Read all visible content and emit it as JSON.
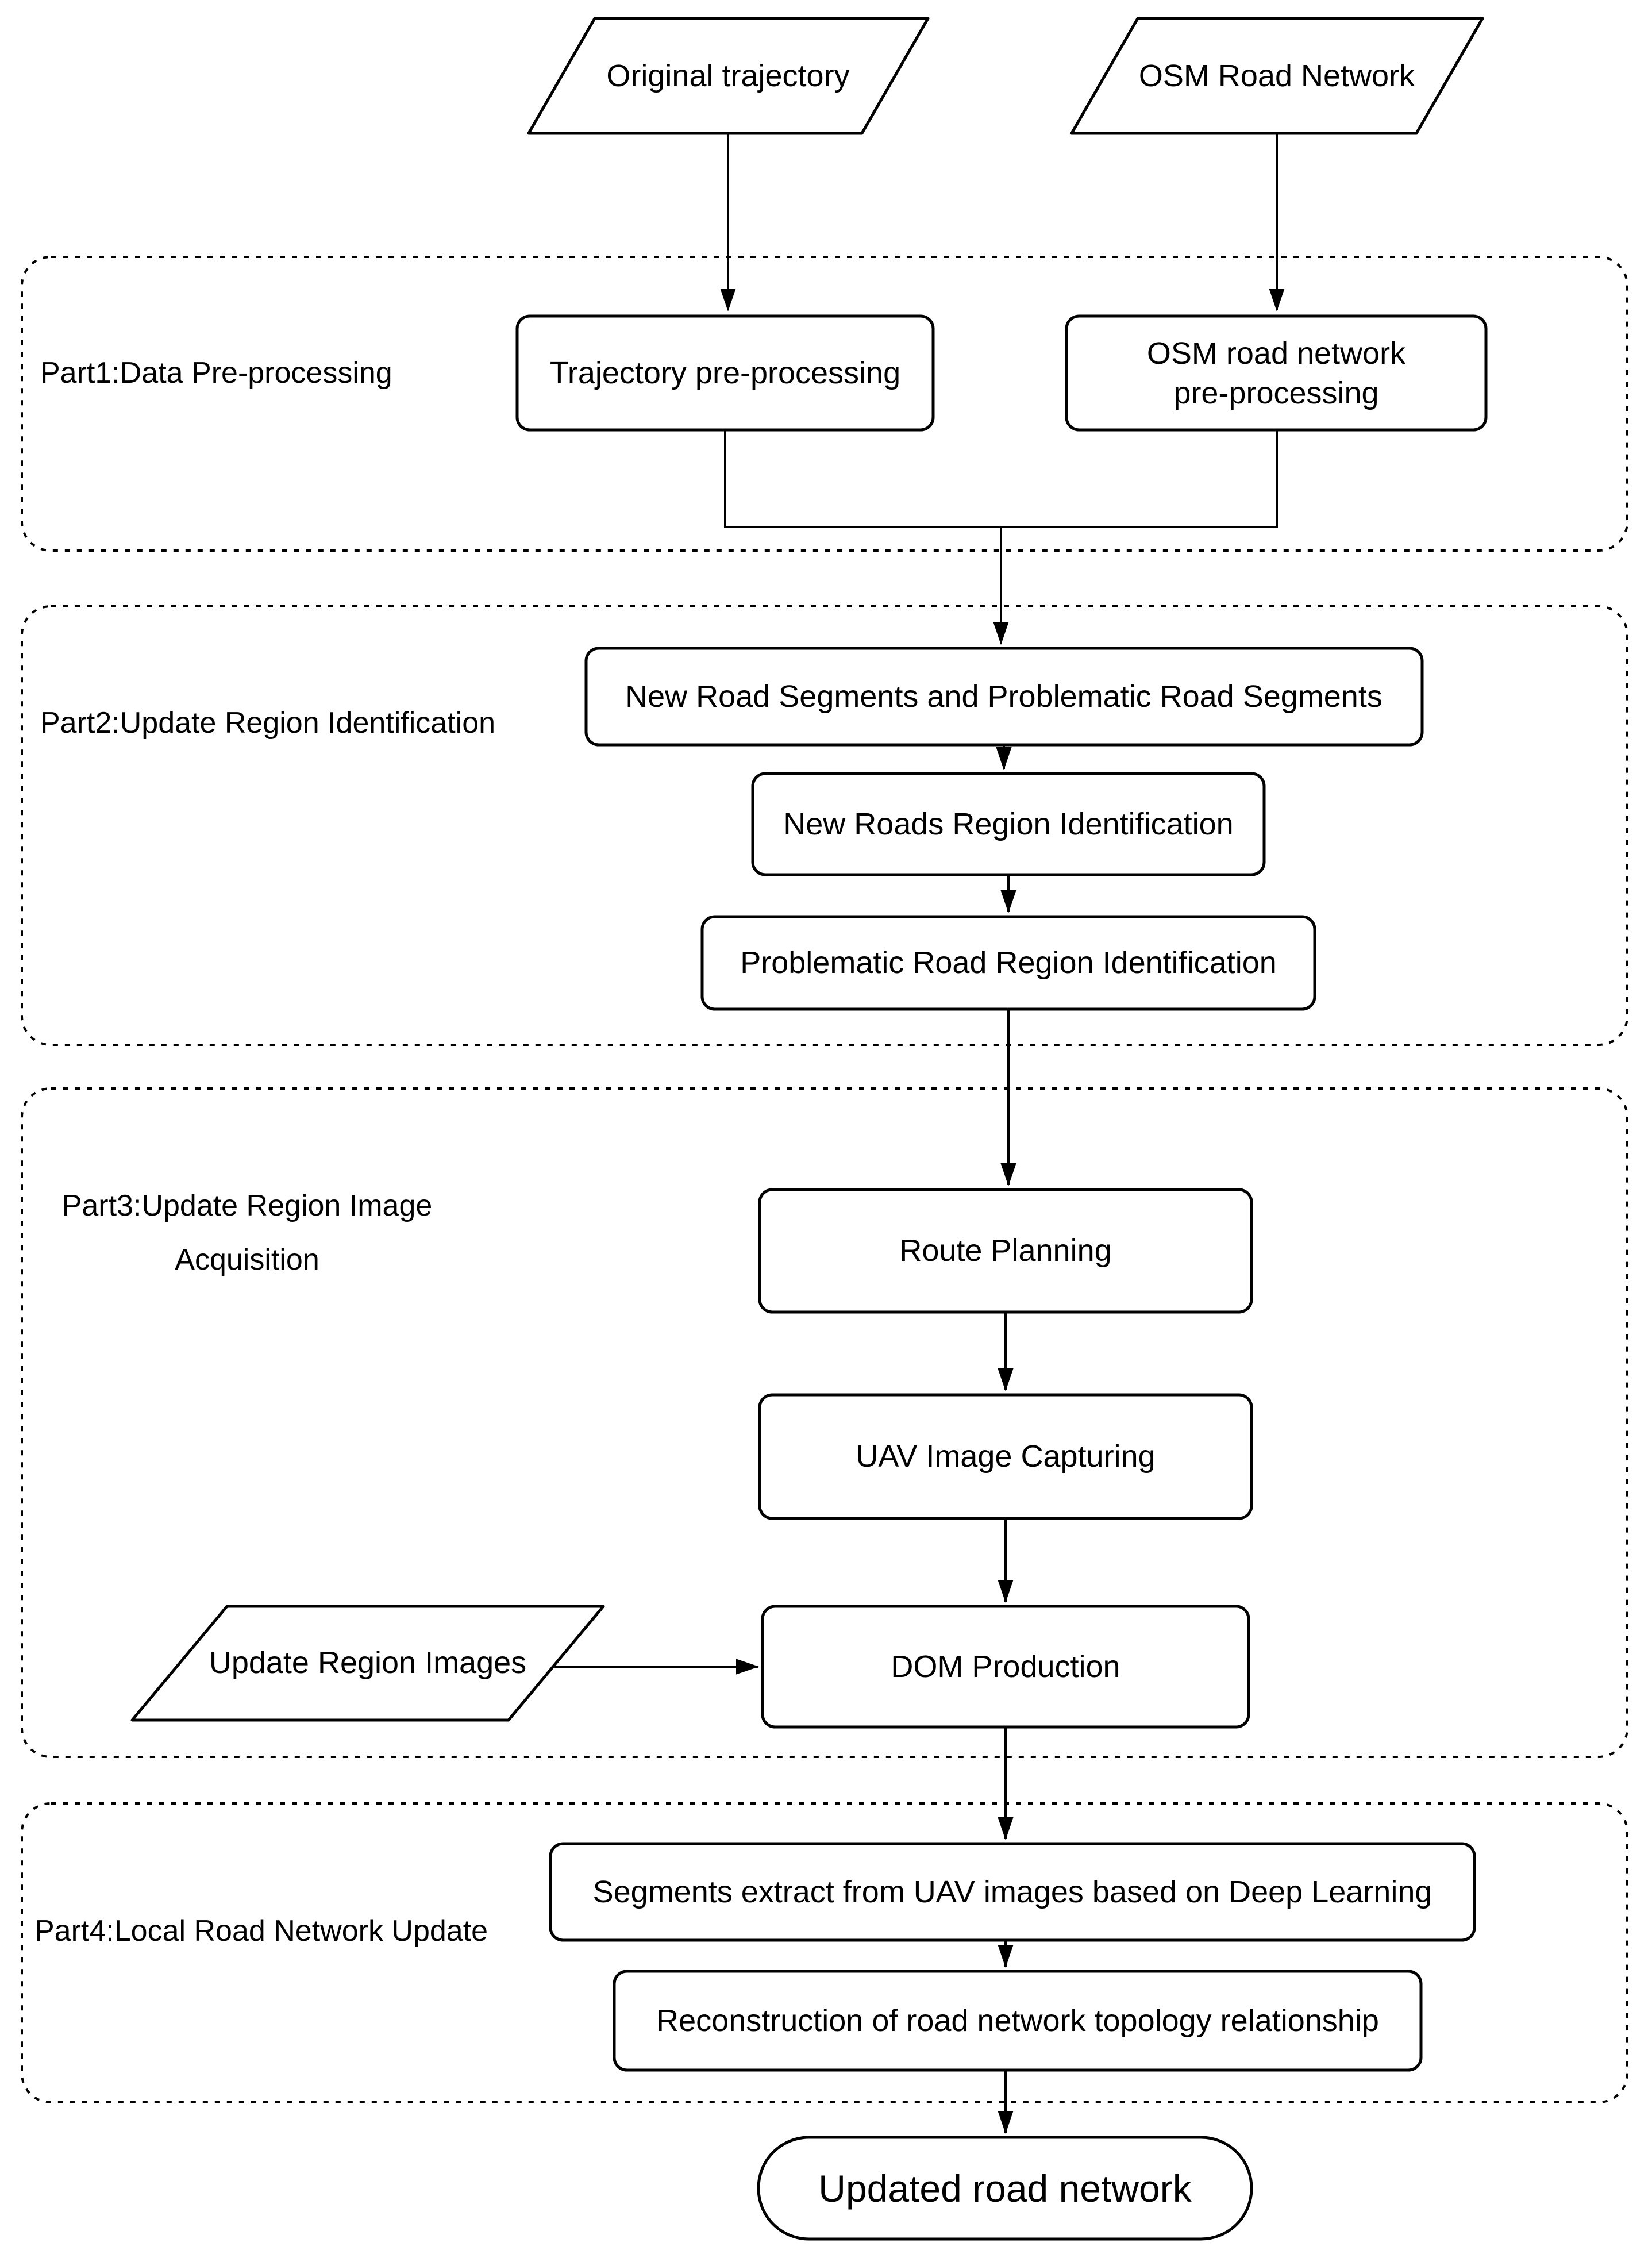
{
  "colors": {
    "line": "#000000",
    "shape_fill": "#ffffff",
    "text": "#000000",
    "background": "#ffffff"
  },
  "inputs": {
    "original_trajectory": "Original trajectory",
    "osm_road_network": "OSM Road Network",
    "update_region_images": "Update Region Images"
  },
  "part1": {
    "label": "Part1:Data Pre-processing",
    "trajectory_preprocessing": "Trajectory pre-processing",
    "osm_preprocessing_line1": "OSM road network",
    "osm_preprocessing_line2": "pre-processing"
  },
  "part2": {
    "label": "Part2:Update Region Identification",
    "new_problematic_segments": "New Road Segments and Problematic Road Segments",
    "new_roads_region": "New Roads Region Identification",
    "problematic_road_region": "Problematic Road Region Identification"
  },
  "part3": {
    "label_line1": "Part3:Update Region Image",
    "label_line2": "Acquisition",
    "route_planning": "Route Planning",
    "uav_image_capturing": "UAV Image Capturing",
    "dom_production": "DOM Production"
  },
  "part4": {
    "label": "Part4:Local Road Network Update",
    "segments_extract": "Segments extract from UAV images based on Deep Learning",
    "reconstruction": "Reconstruction of road network topology relationship"
  },
  "output": {
    "updated_road_network": "Updated road network"
  }
}
